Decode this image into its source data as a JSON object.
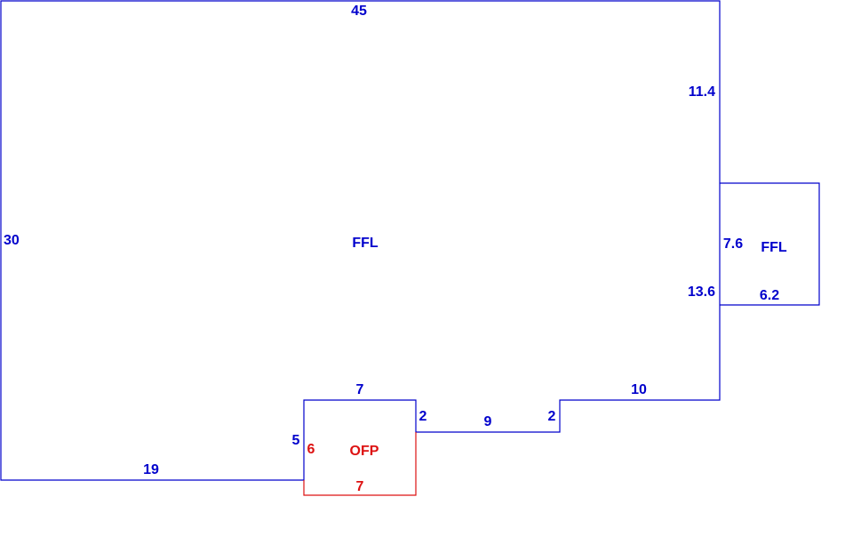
{
  "colors": {
    "living": "#0000cc",
    "porch": "#dd1111",
    "background": "#ffffff"
  },
  "areas": {
    "main": {
      "code": "FFL"
    },
    "addition": {
      "code": "FFL"
    },
    "porch": {
      "code": "OFP"
    }
  },
  "dimensions": {
    "main_top": "45",
    "main_left": "30",
    "main_right_upper": "11.4",
    "main_right_lower": "13.6",
    "main_step_right": "10",
    "main_step_rise_right": "2",
    "main_step_mid": "9",
    "main_step_rise_left": "2",
    "main_notch_top": "7",
    "main_notch_side": "5",
    "main_bottom": "19",
    "addition_side": "7.6",
    "addition_bottom": "6.2",
    "porch_side": "6",
    "porch_bottom": "7"
  }
}
